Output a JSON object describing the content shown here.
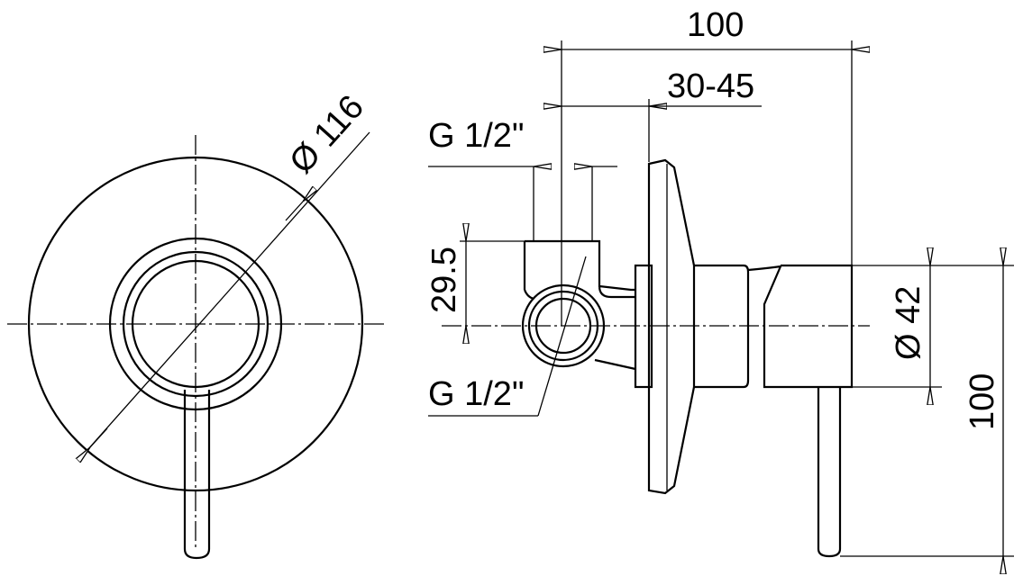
{
  "drawing": {
    "front_view": {
      "diameter_label": "Ø 116"
    },
    "side_view": {
      "overall_depth_label": "100",
      "wall_depth_label": "30-45",
      "outlet_thread_label": "G 1/2\"",
      "inlet_offset_label": "29.5",
      "inlet_thread_label": "G 1/2\"",
      "body_diameter_label": "Ø 42",
      "overall_height_label": "100"
    }
  }
}
